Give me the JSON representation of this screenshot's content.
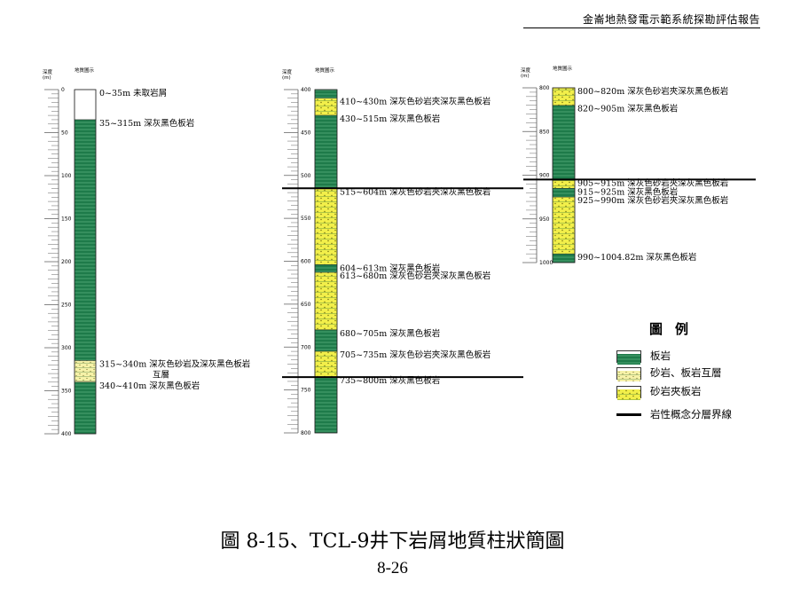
{
  "header": {
    "title": "金崙地熱發電示範系統探勘評估報告"
  },
  "caption": {
    "figure": "圖 8-15、TCL-9井下岩屑地質柱狀簡圖",
    "page": "8-26"
  },
  "columns": [
    {
      "depth_label": "深度\n(m)",
      "unit_label": "地質圖示",
      "range": [
        0,
        400
      ],
      "ticks": [
        0,
        50,
        100,
        150,
        200,
        250,
        300,
        350,
        400
      ],
      "layers": [
        {
          "from": 0,
          "to": 35,
          "type": "none",
          "label": "0~35m 未取岩屑"
        },
        {
          "from": 35,
          "to": 315,
          "type": "slate",
          "label": "35~315m 深灰黑色板岩"
        },
        {
          "from": 315,
          "to": 340,
          "type": "interbed",
          "label": "315~340m 深灰色砂岩及深灰黑色板岩\n互層"
        },
        {
          "from": 340,
          "to": 410,
          "type": "slate",
          "label": "340~410m 深灰黑色板岩"
        }
      ],
      "boundaries": []
    },
    {
      "depth_label": "深度\n(m)",
      "unit_label": "地質圖示",
      "range": [
        400,
        800
      ],
      "ticks": [
        400,
        450,
        500,
        550,
        600,
        650,
        700,
        750,
        800
      ],
      "layers": [
        {
          "from": 400,
          "to": 410,
          "type": "slate",
          "label": ""
        },
        {
          "from": 410,
          "to": 430,
          "type": "sandstone",
          "label": "410~430m 深灰色砂岩夾深灰黑色板岩"
        },
        {
          "from": 430,
          "to": 515,
          "type": "slate",
          "label": "430~515m 深灰黑色板岩"
        },
        {
          "from": 515,
          "to": 604,
          "type": "sandstone",
          "label": "515~604m 深灰色砂岩夾深灰黑色板岩"
        },
        {
          "from": 604,
          "to": 613,
          "type": "slate",
          "label": "604~613m 深灰黑色板岩"
        },
        {
          "from": 613,
          "to": 680,
          "type": "sandstone",
          "label": "613~680m 深灰色砂岩夾深灰黑色板岩"
        },
        {
          "from": 680,
          "to": 705,
          "type": "slate",
          "label": "680~705m 深灰黑色板岩"
        },
        {
          "from": 705,
          "to": 735,
          "type": "sandstone",
          "label": "705~735m 深灰色砂岩夾深灰黑色板岩"
        },
        {
          "from": 735,
          "to": 800,
          "type": "slate",
          "label": "735~800m 深灰黑色板岩"
        }
      ],
      "boundaries": [
        515,
        735
      ]
    },
    {
      "depth_label": "深度\n(m)",
      "unit_label": "地質圖示",
      "range": [
        800,
        1000
      ],
      "ticks": [
        800,
        850,
        900,
        950,
        1000
      ],
      "layers": [
        {
          "from": 800,
          "to": 820,
          "type": "sandstone",
          "label": "800~820m 深灰色砂岩夾深灰黑色板岩"
        },
        {
          "from": 820,
          "to": 905,
          "type": "slate",
          "label": "820~905m 深灰黑色板岩"
        },
        {
          "from": 905,
          "to": 915,
          "type": "sandstone",
          "label": "905~915m 深灰色砂岩夾深灰黑色板岩"
        },
        {
          "from": 915,
          "to": 925,
          "type": "slate",
          "label": "915~925m 深灰黑色板岩"
        },
        {
          "from": 925,
          "to": 990,
          "type": "sandstone",
          "label": "925~990m 深灰色砂岩夾深灰黑色板岩"
        },
        {
          "from": 990,
          "to": 1004.82,
          "type": "slate",
          "label": "990~1004.82m 深灰黑色板岩"
        }
      ],
      "boundaries": [
        905
      ]
    }
  ],
  "legend": {
    "title": "圖例",
    "items": [
      {
        "type": "slate",
        "label": "板岩"
      },
      {
        "type": "interbed",
        "label": "砂岩、板岩互層"
      },
      {
        "type": "sandstone",
        "label": "砂岩夾板岩"
      },
      {
        "type": "boundary",
        "label": "岩性概念分層界線"
      }
    ]
  },
  "colors": {
    "slate": "#1e7b4a",
    "slate_line": "#5fb585",
    "sand": "#f2ef4a",
    "interbed": "#f6f2a8"
  }
}
